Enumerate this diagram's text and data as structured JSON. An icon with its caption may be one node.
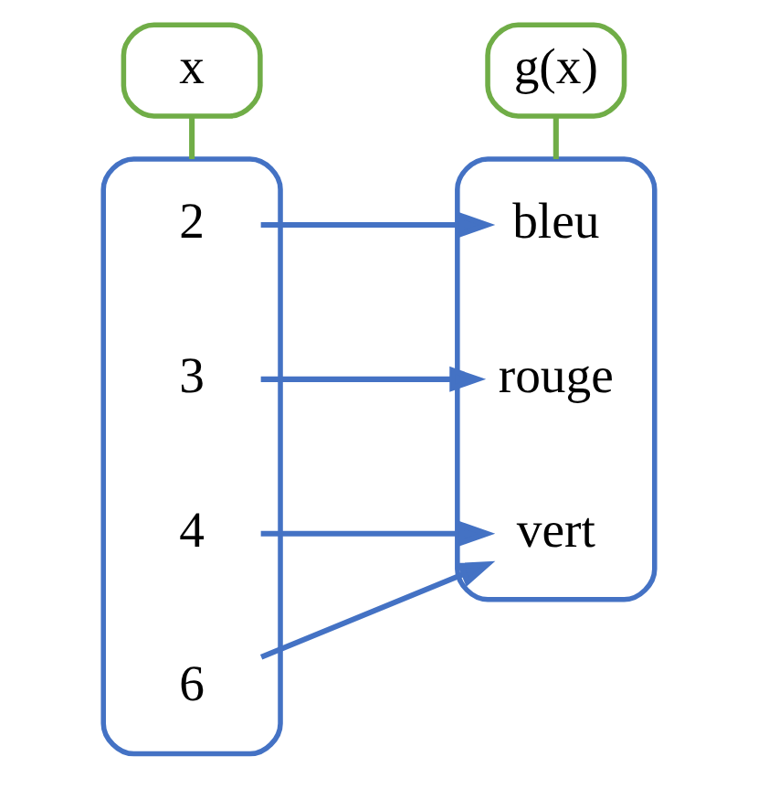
{
  "diagram": {
    "nodes": [
      {
        "text": [
          "x"
        ]
      },
      {
        "text": [
          "g(x)"
        ]
      },
      {
        "text": [],
        "shape": "ellipse"
      },
      {
        "text": [
          "2"
        ],
        "in": 2
      },
      {
        "text": [
          "3"
        ],
        "in": 2
      },
      {
        "text": [
          "4"
        ],
        "in": 2
      },
      {
        "text": [
          "6"
        ],
        "in": 2
      },
      {
        "text": [],
        "shape": "ellipse"
      },
      {
        "text": [
          "bleu"
        ],
        "in": 7
      },
      {
        "text": [
          "rouge"
        ],
        "in": 7
      },
      {
        "text": [
          "vert"
        ],
        "in": 7
      }
    ],
    "edges": [
      {
        "from": 0,
        "to": 2,
        "arrow": "none",
        "color": "#70ad47"
      },
      {
        "from": 1,
        "to": 7,
        "arrow": "none",
        "color": "#70ad47"
      },
      {
        "from": 3,
        "to": 8,
        "arrow": "to"
      },
      {
        "from": 4,
        "to": 9,
        "arrow": "to"
      },
      {
        "from": 5,
        "to": 10,
        "arrow": "to"
      },
      {
        "from": 6,
        "to": 10,
        "arrow": "to"
      }
    ]
  }
}
